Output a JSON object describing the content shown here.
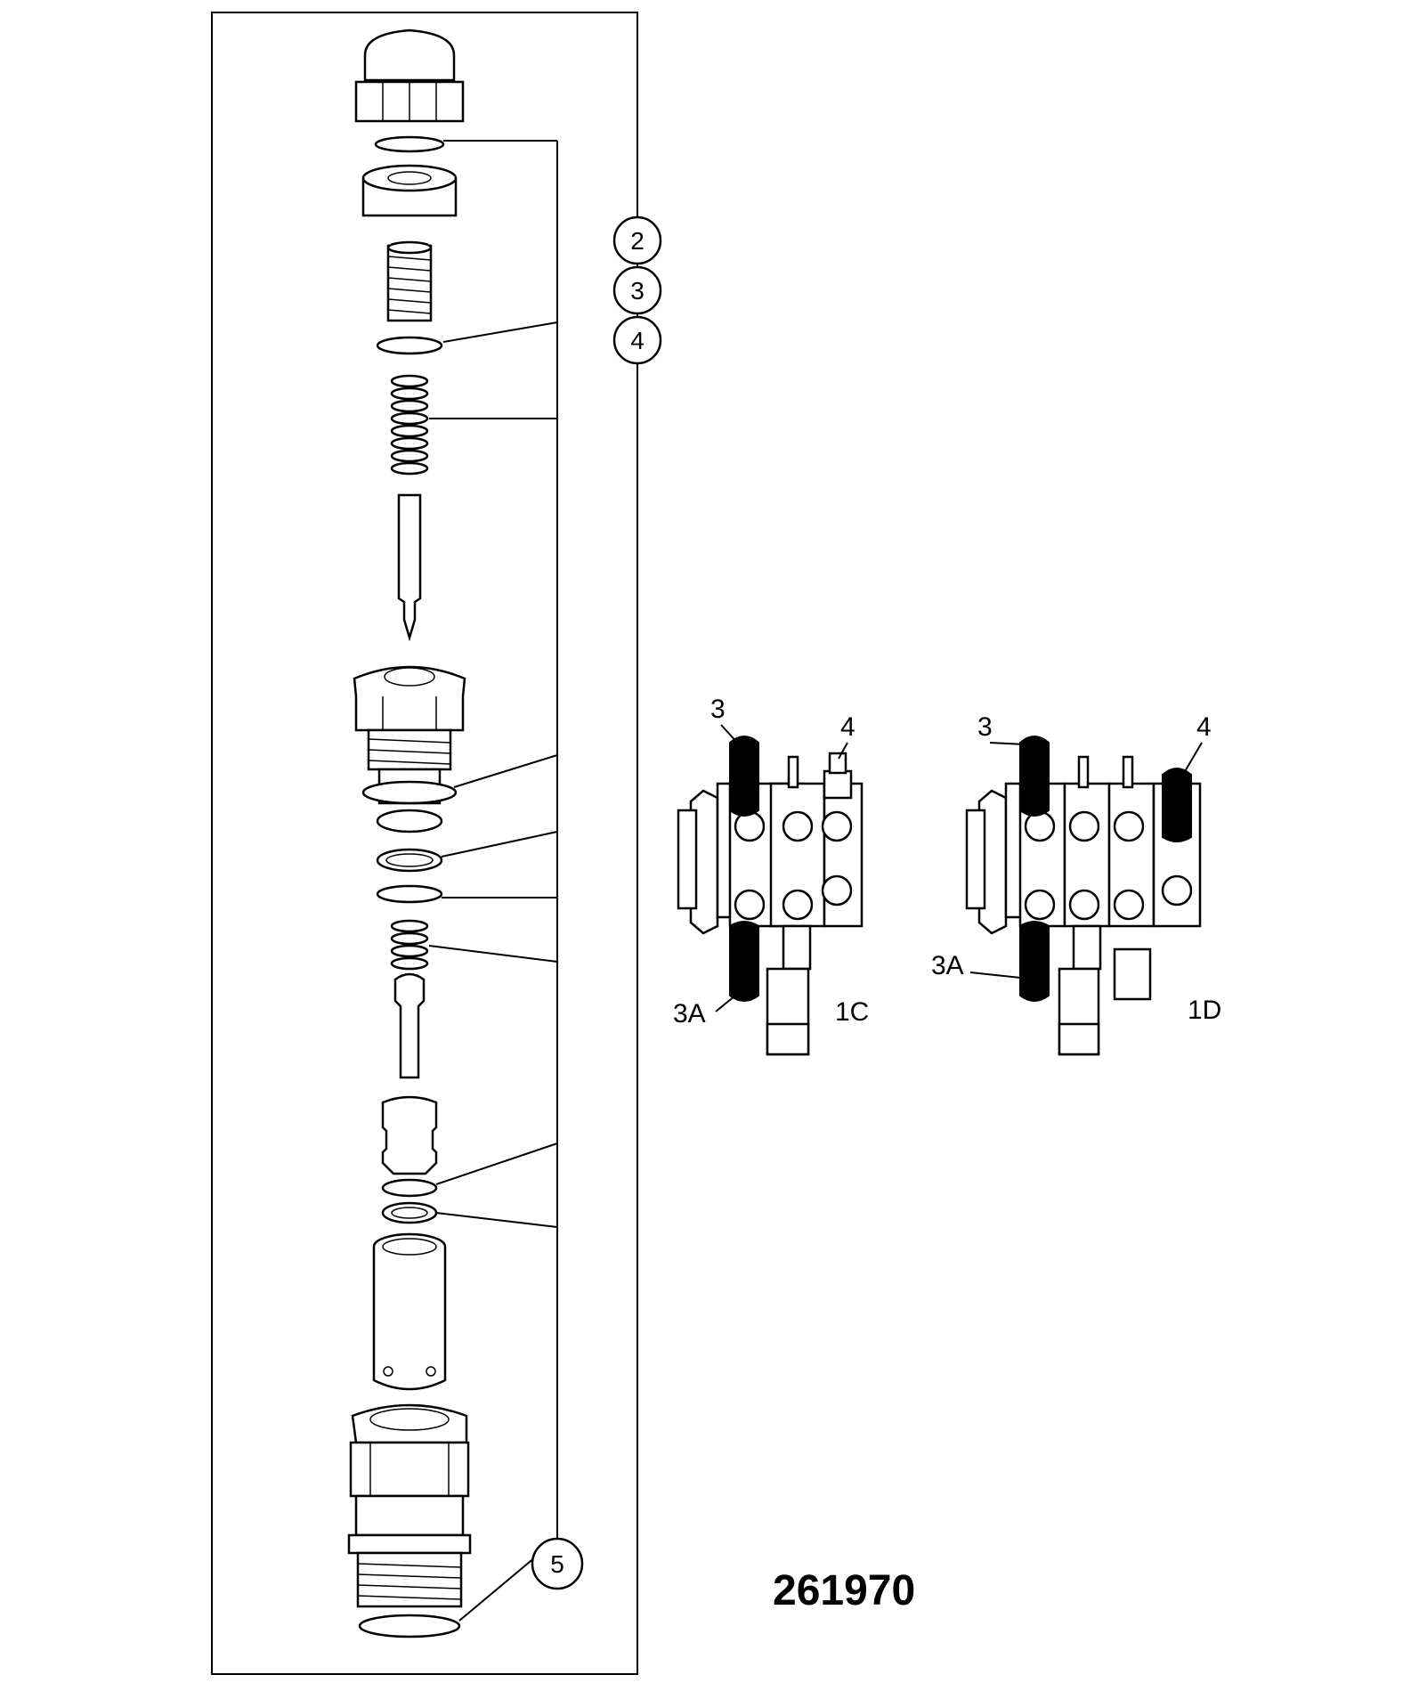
{
  "callouts": {
    "c2": "2",
    "c3": "3",
    "c4": "4",
    "c5": "5"
  },
  "view_1c": {
    "label_3": "3",
    "label_4": "4",
    "label_3a": "3A",
    "name": "1C"
  },
  "view_1d": {
    "label_3": "3",
    "label_4": "4",
    "label_3a": "3A",
    "name": "1D"
  },
  "figure_number": "261970"
}
